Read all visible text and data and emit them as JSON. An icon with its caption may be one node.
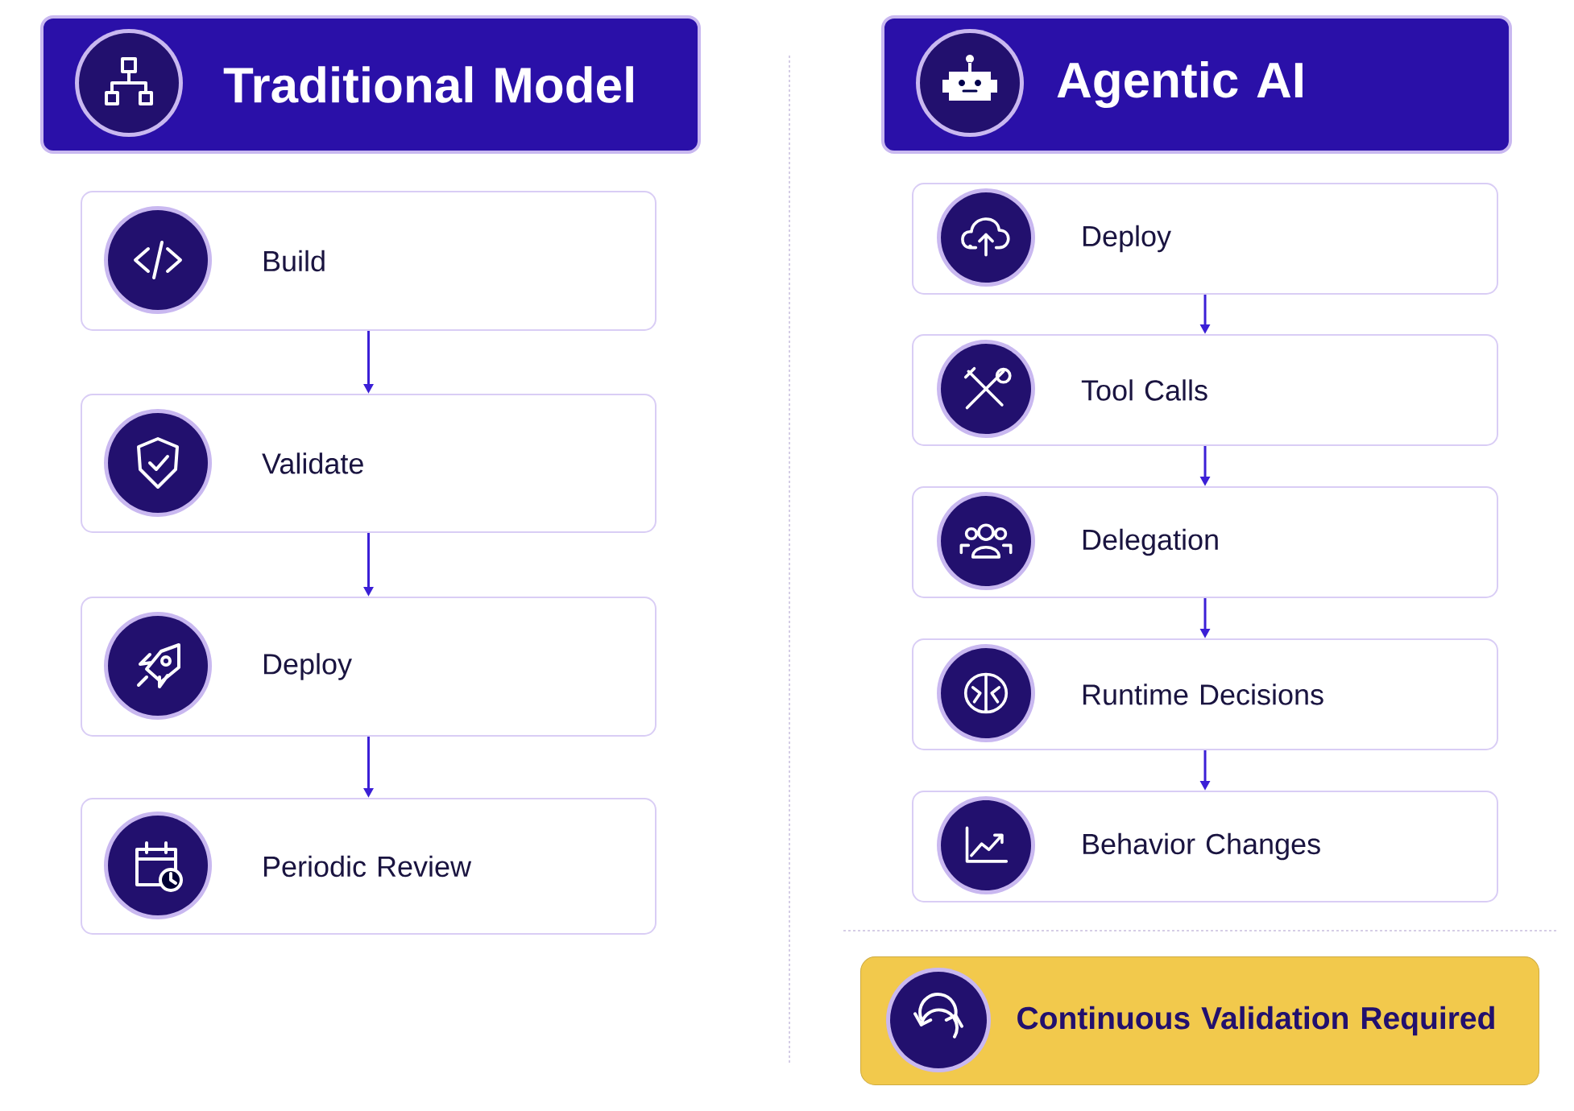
{
  "diagram": {
    "nodes": [
      {
        "text": [
          "Traditional Model"
        ]
      },
      {
        "text": [
          "Build"
        ]
      },
      {
        "text": [
          "Validate"
        ]
      },
      {
        "text": [
          "Deploy"
        ]
      },
      {
        "text": [
          "Periodic Review"
        ]
      },
      {
        "text": [
          "Agentic AI"
        ]
      },
      {
        "text": [
          "Deploy"
        ]
      },
      {
        "text": [
          "Tool Calls"
        ]
      },
      {
        "text": [
          "Delegation"
        ]
      },
      {
        "text": [
          "Runtime Decisions"
        ]
      },
      {
        "text": [
          "Behavior Changes"
        ]
      },
      {
        "text": [
          "Continuous Validation Required"
        ]
      }
    ],
    "edges": [
      {
        "from": 1,
        "to": 2,
        "arrow": "to"
      },
      {
        "from": 2,
        "to": 3,
        "arrow": "to"
      },
      {
        "from": 3,
        "to": 4,
        "arrow": "to"
      },
      {
        "from": 6,
        "to": 7,
        "arrow": "to"
      },
      {
        "from": 7,
        "to": 8,
        "arrow": "to"
      },
      {
        "from": 8,
        "to": 9,
        "arrow": "to"
      },
      {
        "from": 9,
        "to": 10,
        "arrow": "to"
      }
    ]
  }
}
